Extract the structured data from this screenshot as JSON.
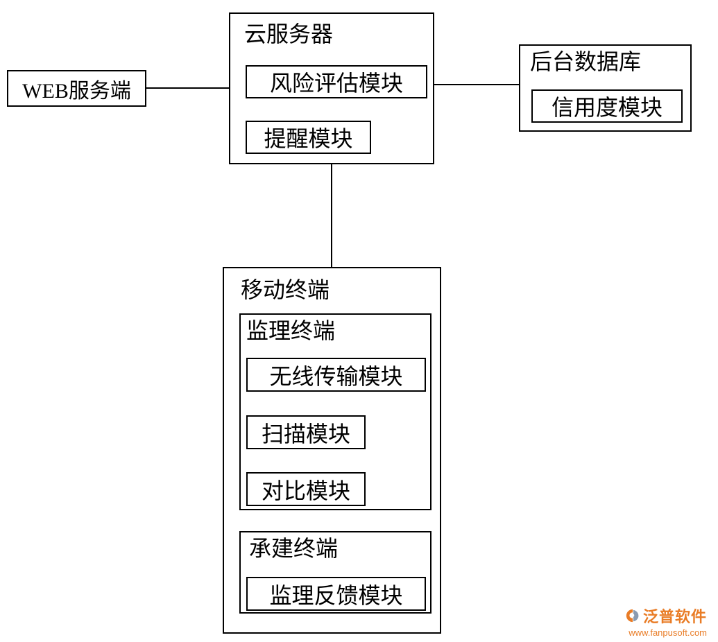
{
  "diagram": {
    "web_server": {
      "label": "WEB服务端"
    },
    "cloud_server": {
      "title": "云服务器",
      "modules": [
        {
          "label": "风险评估模块"
        },
        {
          "label": "提醒模块"
        }
      ]
    },
    "backend_db": {
      "title": "后台数据库",
      "modules": [
        {
          "label": "信用度模块"
        }
      ]
    },
    "mobile_terminal": {
      "title": "移动终端",
      "supervision_terminal": {
        "title": "监理终端",
        "modules": [
          {
            "label": "无线传输模块"
          },
          {
            "label": "扫描模块"
          },
          {
            "label": "对比模块"
          }
        ]
      },
      "construction_terminal": {
        "title": "承建终端",
        "modules": [
          {
            "label": "监理反馈模块"
          }
        ]
      }
    }
  },
  "watermark": {
    "brand": "泛普软件",
    "url": "www.fanpusoft.com",
    "accent_color": "#e97c26",
    "logo_secondary_color": "#8a9bb0"
  },
  "style": {
    "line_color": "#000000",
    "background_color": "#ffffff"
  }
}
